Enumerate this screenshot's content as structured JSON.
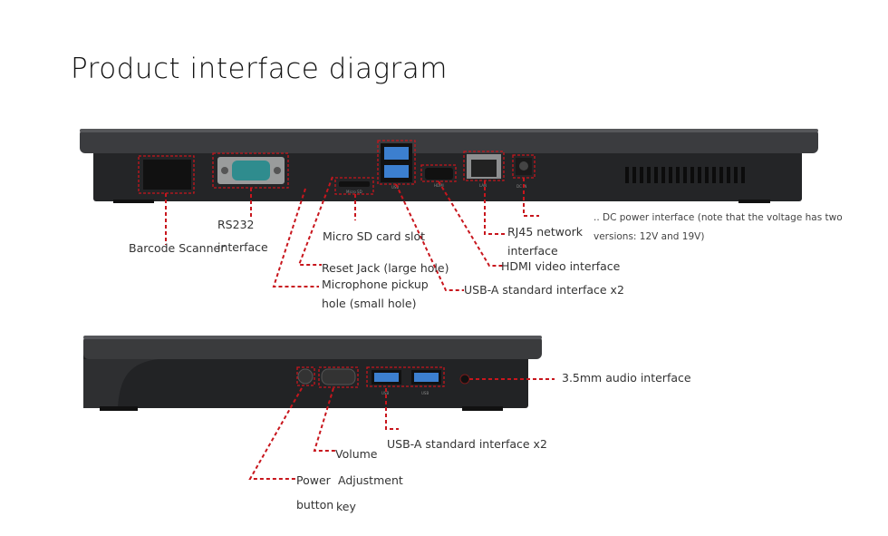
{
  "title": "Product interface diagram",
  "top_view": {
    "labels": {
      "barcode": "Barcode Scanner",
      "rs232_1": "RS232",
      "rs232_2": "interface",
      "microsd": "Micro SD card slot",
      "reset": "Reset Jack (large hole)",
      "mic_1": "Microphone pickup",
      "mic_2": "hole (small hole)",
      "usb": "USB-A standard interface x2",
      "hdmi": "HDMI video interface",
      "rj45_1": "RJ45 network",
      "rj45_2": "interface",
      "dc_1": ".. DC power interface (note that the voltage has two",
      "dc_2": "versions: 12V and 19V)"
    },
    "port_marks": {
      "microsd": "Micro SD",
      "usb": "USB",
      "hdmi": "HDMI",
      "lan": "LAN",
      "dc": "DC IN"
    }
  },
  "side_view": {
    "labels": {
      "audio": "3.5mm audio interface",
      "usb": "USB-A standard interface x2",
      "volume": "Volume",
      "power_1": "Power",
      "power_2": "button",
      "adjust_1": "Adjustment",
      "adjust_2": "key"
    },
    "port_marks": {
      "usb1": "USB",
      "usb2": "USB"
    }
  },
  "colors": {
    "callout": "#c8161d",
    "device": "#2b2c2e",
    "lid": "#3a3b3d"
  }
}
